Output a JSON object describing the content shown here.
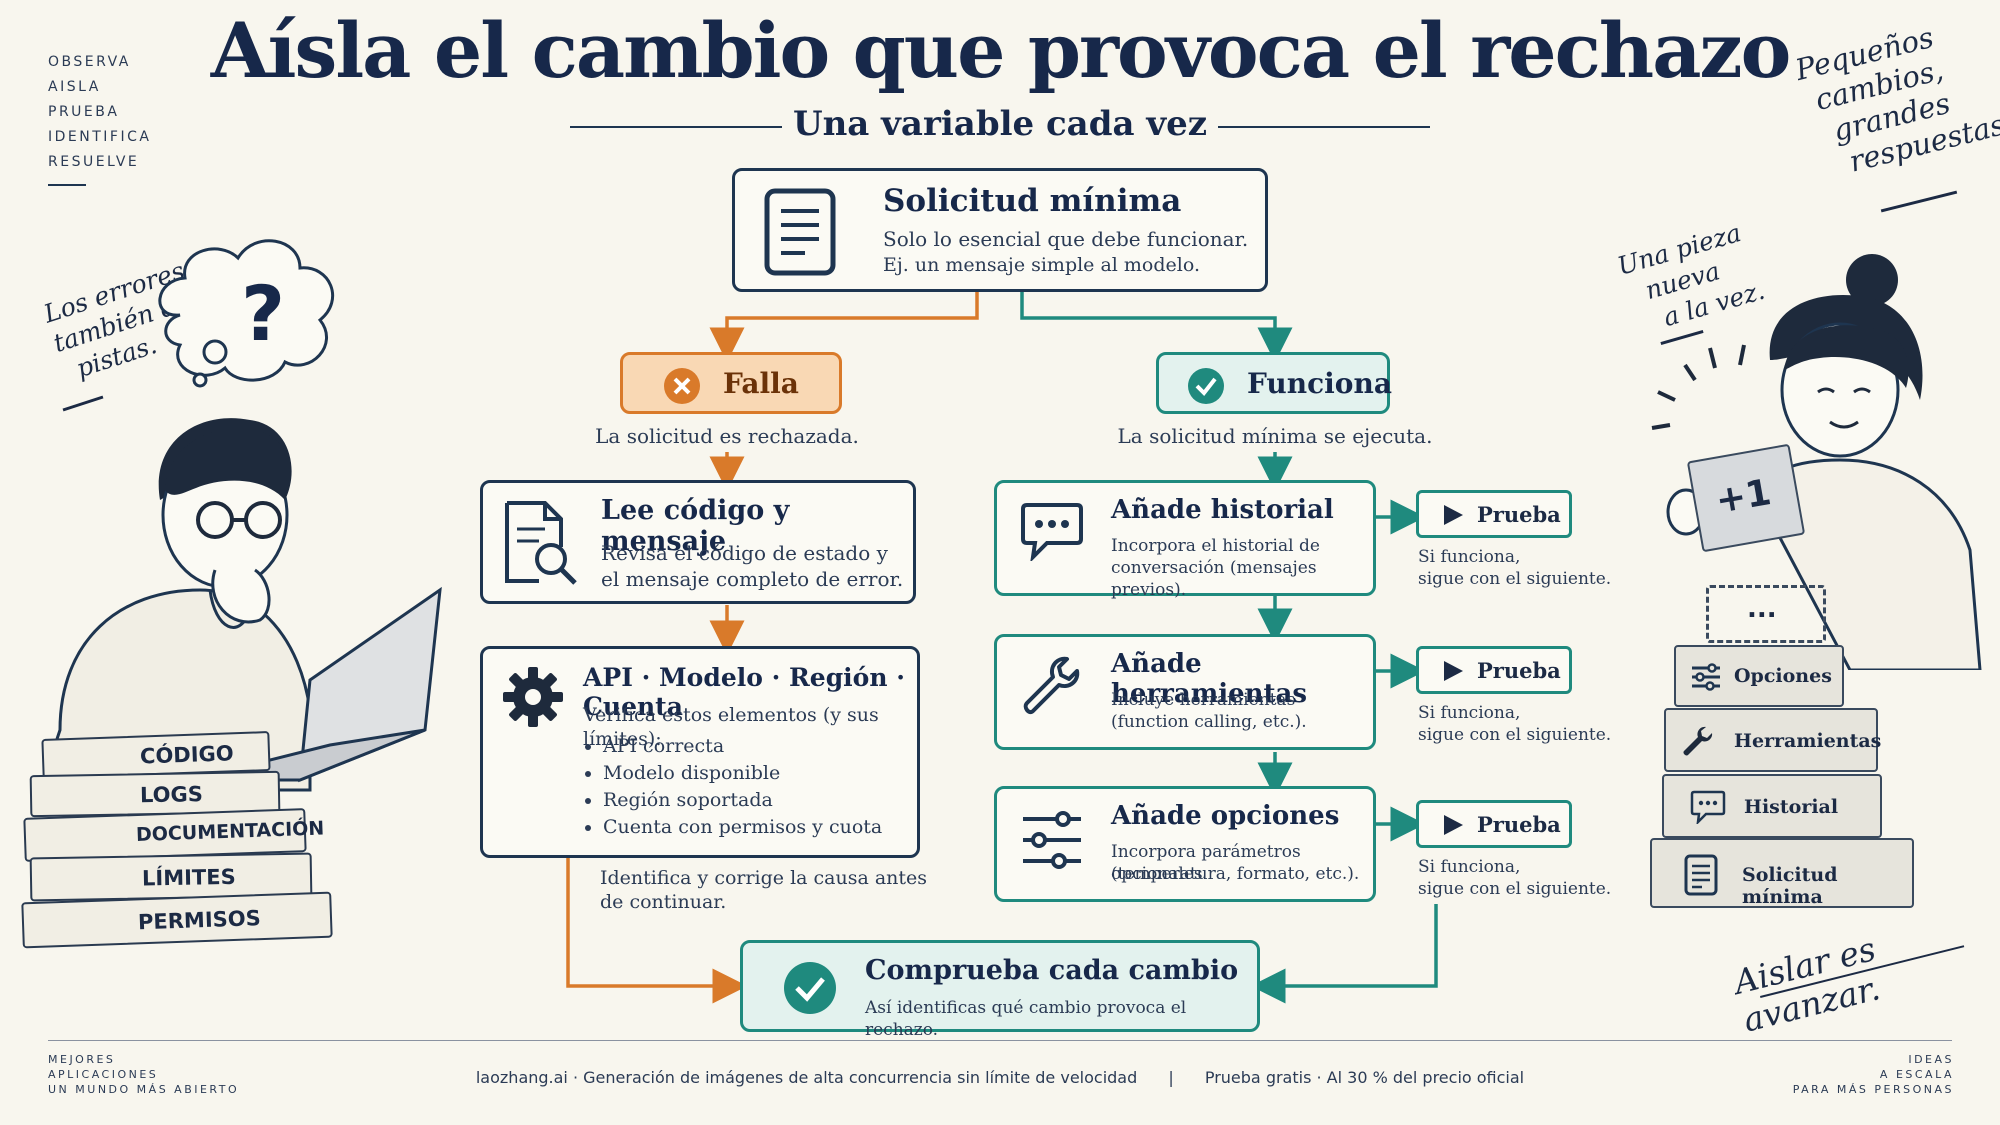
{
  "header": {
    "title": "Aísla el cambio que provoca el rechazo",
    "subtitle": "Una variable cada vez"
  },
  "side_steps": [
    "OBSERVA",
    "AISLA",
    "PRUEBA",
    "IDENTIFICA",
    "RESUELVE"
  ],
  "notes": {
    "left_note": [
      "Los errores",
      "también dan",
      "pistas."
    ],
    "top_right_note": [
      "Pequeños",
      "cambios,",
      "grandes",
      "respuestas."
    ],
    "right_note": [
      "Una pieza",
      "nueva",
      "a la vez."
    ],
    "bottom_right_note": "Aislar es avanzar."
  },
  "left_books": [
    "CÓDIGO",
    "LOGS",
    "DOCUMENTACIÓN",
    "LÍMITES",
    "PERMISOS"
  ],
  "flow": {
    "start": {
      "title": "Solicitud mínima",
      "line1": "Solo lo esencial que debe funcionar.",
      "line2": "Ej. un mensaje simple al modelo."
    },
    "fail": {
      "label": "Falla",
      "caption": "La solicitud es rechazada."
    },
    "ok": {
      "label": "Funciona",
      "caption": "La solicitud mínima se ejecuta."
    },
    "read": {
      "title": "Lee código y mensaje",
      "line1": "Revisa el código de estado y",
      "line2": "el mensaje completo de error."
    },
    "check": {
      "title": "API · Modelo · Región · Cuenta",
      "intro": "Verifica estos elementos (y sus límites):",
      "items": [
        "API correcta",
        "Modelo disponible",
        "Región soportada",
        "Cuenta con permisos y cuota"
      ]
    },
    "fix_note": [
      "Identifica y corrige la causa antes",
      "de continuar."
    ],
    "steps": [
      {
        "title": "Añade historial",
        "line1": "Incorpora el historial de",
        "line2": "conversación (mensajes previos)."
      },
      {
        "title": "Añade herramientas",
        "line1": "Incluye herramientas",
        "line2": "(function calling, etc.)."
      },
      {
        "title": "Añade opciones",
        "line1": "Incorpora parámetros opcionales",
        "line2": "(temperatura, formato, etc.)."
      }
    ],
    "test_label": "Prueba",
    "test_note": [
      "Si funciona,",
      "sigue con el siguiente."
    ],
    "final": {
      "title": "Comprueba cada cambio",
      "line": "Así identificas qué cambio provoca el rechazo."
    }
  },
  "right_stack": {
    "top_block": "+1",
    "placeholder": "...",
    "layers": [
      "Opciones",
      "Herramientas",
      "Historial",
      "Solicitud mínima"
    ]
  },
  "footer": {
    "left": [
      "MEJORES",
      "APLICACIONES",
      "UN MUNDO MÁS ABIERTO"
    ],
    "center_a": "laozhang.ai · Generación de imágenes de alta concurrencia sin límite de velocidad",
    "separator": "|",
    "center_b": "Prueba gratis · Al 30 % del precio oficial",
    "right": [
      "IDEAS",
      "A ESCALA",
      "PARA MÁS PERSONAS"
    ]
  },
  "colors": {
    "navy": "#1e3550",
    "teal": "#1f8a7e",
    "orange": "#d97a2a",
    "background": "#f8f6ee"
  }
}
